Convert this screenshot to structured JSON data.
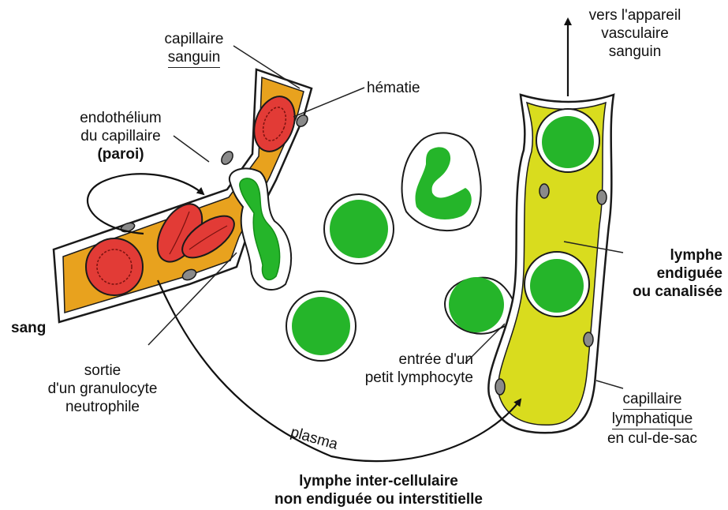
{
  "colors": {
    "blood_fill": "#e8a21e",
    "lymph_fill": "#d9dc1e",
    "red_cell": "#e23b36",
    "red_cell_dark": "#b81f1c",
    "lymphocyte": "#25b52a",
    "lymphocyte_dark": "#138e17",
    "nucleus": "#8a8a8a",
    "outline": "#1a1a1a"
  },
  "labels": {
    "capillaire_sanguin": [
      "capillaire",
      "sanguin"
    ],
    "hematie": "hématie",
    "endothelium": [
      "endothélium",
      "du capillaire"
    ],
    "paroi": "(paroi)",
    "sang": "sang",
    "sortie": [
      "sortie",
      "d'un granulocyte",
      "neutrophile"
    ],
    "plasma": "plasma",
    "entree": [
      "entrée d'un",
      "petit lymphocyte"
    ],
    "vers_appareil": [
      "vers l'appareil",
      "vasculaire",
      "sanguin"
    ],
    "lymphe_endiguee": [
      "lymphe",
      "endiguée"
    ],
    "ou_canalisee": "ou canalisée",
    "capillaire_lymphatique": [
      "capillaire",
      "lymphatique",
      "en cul-de-sac"
    ],
    "lymphe_inter": "lymphe inter-cellulaire",
    "non_endiguee": "non endiguée",
    "ou_interstitielle": "ou interstitielle"
  }
}
